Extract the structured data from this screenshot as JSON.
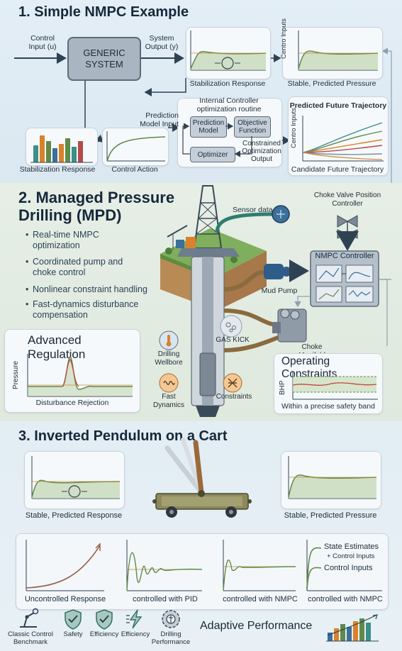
{
  "section1": {
    "title": "1. Simple NMPC Example",
    "control_input": "Control\nInput (u)",
    "generic_system": "GENERIC\nSYSTEM",
    "system_output": "System\nOutput (y)",
    "stabilization_response": "Stabilization Response",
    "centro_inputs": "Centro Inputs",
    "stable_predicted_pressure": "Stable, Predicted Pressure",
    "internal_controller": "Internal Controller\noptimization routine",
    "prediction_model_input": "Prediction\nModel Input",
    "prediction_model": "Prediction\nModel",
    "objective_function": "Objective\nFunction",
    "optimizer": "Optimizer",
    "constrained_output": "Constrained\nOptimization\nOutput",
    "predicted_future_trajectory": "Predicted Future Trajectory",
    "centro_inputs_2": "Centro Inputs",
    "candidate_future_trajectory": "Candidate Future Trajectory",
    "stabilization_response_2": "Stabilization Response",
    "control_action": "Control Action"
  },
  "section2": {
    "title": "2. Managed Pressure\nDrilling (MPD)",
    "bullets": [
      "Real-time NMPC\noptimization",
      "Coordinated pump and\nchoke control",
      "Nonlinear constraint handling",
      "Fast-dynamics disturbance\ncompensation"
    ],
    "sensor_data": "Sensor data",
    "choke_valve": "Choke Valve Position\nController",
    "nmpc_controller": "NMPC Controller",
    "mud_pump": "Mud Pump",
    "gas_kick": "GAS KICK",
    "choke_manifold": "Choke\nManifold",
    "drilling_wellbore": "Drilling\nWellbore",
    "fast_dynamics": "Fast\nDynamics",
    "constraints": "Constraints",
    "advanced_regulation": "Advanced Regulation",
    "pressure": "Pressure",
    "disturbance_rejection": "Disturbance Rejection",
    "operating_constraints": "Operating Constraints",
    "bhp": "BHP",
    "safety_band": "Within a precise safety band"
  },
  "section3": {
    "title": "3. Inverted Pendulum on a Cart",
    "stable_predicted_response": "Stable, Predicted Response",
    "stable_predicted_pressure": "Stable, Predicted Pressure",
    "uncontrolled_response": "Uncontrolled Response",
    "controlled_pid": "controlled with PID",
    "controlled_nmpc": "controlled with NMPC",
    "state_estimates": "State Estimates",
    "control_inputs_plus": "+ Control Inputs",
    "control_inputs": "Control Inputs",
    "controlled_nmpc_2": "controlled with NMPC"
  },
  "footer": {
    "classic_control": "Classic Control\nBenchmark",
    "safety": "Safety",
    "efficiency": "Efficiency",
    "efficiency_2": "Efficiency",
    "drilling_performance": "Drilling\nPerformance",
    "adaptive_performance": "Adaptive Performance"
  },
  "colors": {
    "accent_green": "#6f9a55",
    "accent_teal": "#3c8f8a",
    "accent_orange": "#d9822b",
    "dark_navy": "#17283a"
  }
}
